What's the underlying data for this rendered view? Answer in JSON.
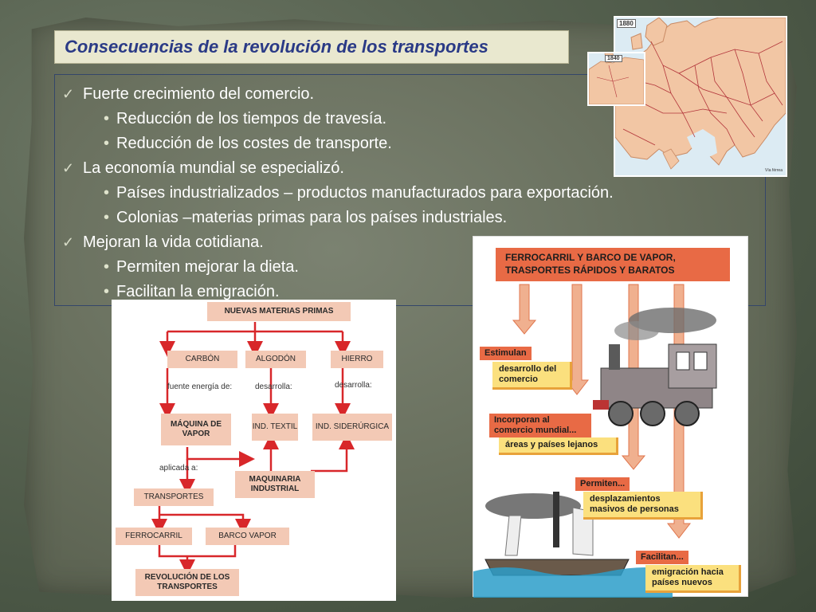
{
  "title": "Consecuencias de la revolución de los transportes",
  "points": [
    {
      "level": 1,
      "text": "Fuerte crecimiento del comercio."
    },
    {
      "level": 2,
      "text": "Reducción de los tiempos de travesía."
    },
    {
      "level": 2,
      "text": "Reducción de los costes de transporte."
    },
    {
      "level": 1,
      "text": "La economía mundial se especializó."
    },
    {
      "level": 2,
      "text": "Países industrializados – productos manufacturados para exportación."
    },
    {
      "level": 2,
      "text": "Colonias –materias primas para los países industriales."
    },
    {
      "level": 1,
      "text": "Mejoran la vida cotidiana."
    },
    {
      "level": 2,
      "text": "Permiten mejorar la dieta."
    },
    {
      "level": 2,
      "text": "Facilitan la emigración."
    }
  ],
  "map": {
    "year_main": "1880",
    "year_inset": "1840",
    "legend": "Vía férrea"
  },
  "flow": {
    "top": "NUEVAS MATERIAS PRIMAS",
    "carbon": "CARBÓN",
    "algodon": "ALGODÓN",
    "hierro": "HIERRO",
    "label_fuente": "fuente energía de:",
    "label_desarrolla1": "desarrolla:",
    "label_desarrolla2": "desarrolla:",
    "maquina": "MÁQUINA DE VAPOR",
    "textil": "IND. TEXTIL",
    "siderurgica": "IND. SIDERÚRGICA",
    "label_aplicada": "aplicada a:",
    "maquinaria": "MAQUINARIA INDUSTRIAL",
    "transportes": "TRANSPORTES",
    "ferrocarril": "FERROCARRIL",
    "barco": "BARCO VAPOR",
    "revolucion": "REVOLUCIÓN DE LOS TRANSPORTES"
  },
  "illus": {
    "banner_line1": "FERROCARRIL Y BARCO DE VAPOR,",
    "banner_line2": "TRASPORTES RÁPIDOS Y BARATOS",
    "tag1": "Estimulan",
    "body1": "desarrollo del comercio",
    "tag2": "Incorporan al comercio mundial...",
    "body2": "áreas y países lejanos",
    "tag3": "Permiten...",
    "body3": "desplazamientos masivos de personas",
    "tag4": "Facilitan...",
    "body4": "emigración hacia países nuevos"
  },
  "colors": {
    "title_text": "#2a3a86",
    "title_bg": "#e9e8cf",
    "arrow_red": "#d8272a",
    "banner_orange": "#e86a45",
    "note_yellow": "#fbe07e"
  }
}
